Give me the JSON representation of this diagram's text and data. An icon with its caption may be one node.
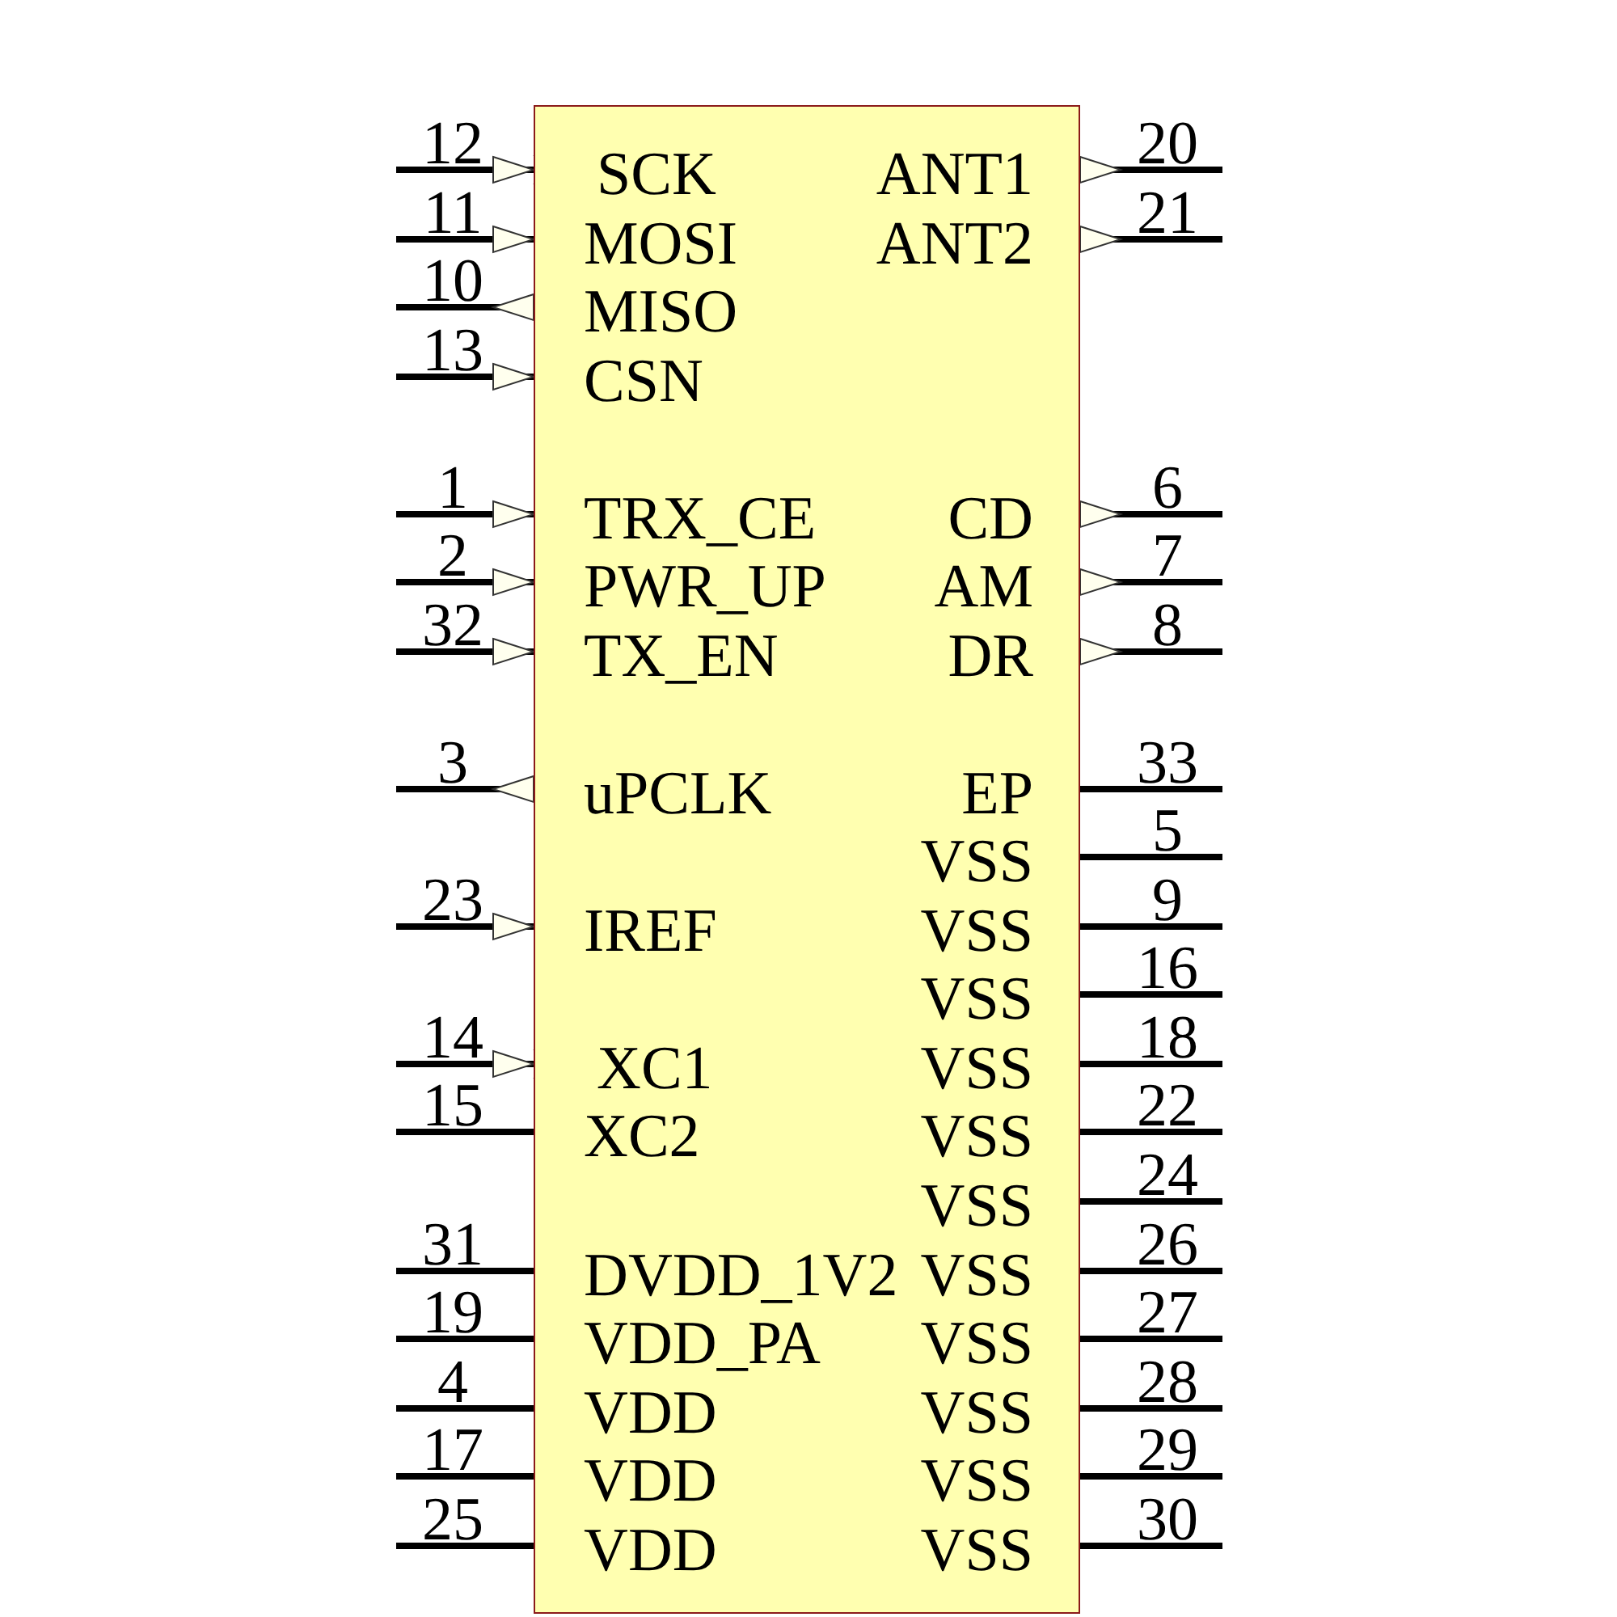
{
  "diagram": {
    "nodes": [
      {
        "text": [
          "SCK",
          "MOSI",
          "MISO",
          "CSN",
          "TRX_CE",
          "PWR_UP",
          "TX_EN",
          "uPCLK",
          "IREF",
          "XC1",
          "XC2",
          "DVDD_1V2",
          "VDD_PA",
          "VDD",
          "VDD",
          "VDD",
          "ANT1",
          "ANT2",
          "CD",
          "AM",
          "DR",
          "EP",
          "VSS",
          "VSS",
          "VSS",
          "VSS",
          "VSS",
          "VSS",
          "VSS",
          "VSS",
          "VSS",
          "VSS",
          "VSS"
        ]
      }
    ],
    "edges": [],
    "labels": [
      "12",
      "11",
      "10",
      "13",
      "1",
      "2",
      "32",
      "3",
      "23",
      "14",
      "15",
      "31",
      "19",
      "4",
      "17",
      "25",
      "20",
      "21",
      "6",
      "7",
      "8",
      "33",
      "5",
      "9",
      "16",
      "18",
      "22",
      "24",
      "26",
      "27",
      "28",
      "29",
      "30"
    ]
  }
}
